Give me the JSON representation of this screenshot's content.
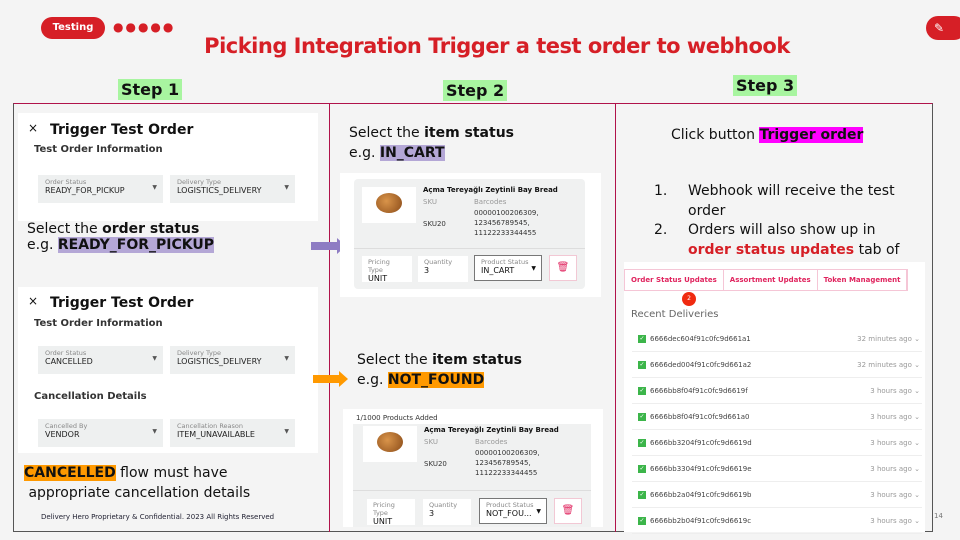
{
  "header": {
    "badge": "Testing",
    "dots": "●●●●●",
    "title": "Picking Integration Trigger a test order to webhook",
    "page_number": "14"
  },
  "steps": [
    "Step 1",
    "Step 2",
    "Step 3"
  ],
  "step1": {
    "dialog1": {
      "title": "Trigger Test Order",
      "section": "Test Order Information",
      "order_status_label": "Order Status",
      "order_status": "READY_FOR_PICKUP",
      "delivery_type_label": "Delivery Type",
      "delivery_type": "LOGISTICS_DELIVERY"
    },
    "caption1_pre": "Select the ",
    "caption1_bold": "order status",
    "caption1_eg": "e.g. ",
    "caption1_value": "READY_FOR_PICKUP",
    "dialog2": {
      "title": "Trigger Test Order",
      "section": "Test Order Information",
      "order_status_label": "Order Status",
      "order_status": "CANCELLED",
      "delivery_type_label": "Delivery Type",
      "delivery_type": "LOGISTICS_DELIVERY",
      "cancel_section": "Cancellation Details",
      "cancelled_by_label": "Cancelled By",
      "cancelled_by": "VENDOR",
      "reason_label": "Cancellation Reason",
      "reason": "ITEM_UNAVAILABLE"
    },
    "caption2_hl": "CANCELLED",
    "caption2_rest": " flow must have",
    "caption2_line2": "appropriate cancellation details",
    "footer": "Delivery Hero Proprietary & Confidential. 2023 All Rights Reserved"
  },
  "step2": {
    "caption1_pre": "Select the ",
    "caption1_bold": "item status",
    "caption1_eg": "e.g. ",
    "caption1_value": "IN_CART",
    "caption2_pre": "Select the ",
    "caption2_bold": "item status",
    "caption2_eg": "e.g. ",
    "caption2_value": "NOT_FOUND",
    "products_added": "1/1000 Products Added",
    "product": {
      "name": "Açma Tereyağlı Zeytinli Bay Bread",
      "sku_label": "SKU",
      "sku": "SKU20",
      "barcodes_label": "Barcodes",
      "barcodes": [
        "00000100206309,",
        "123456789545,",
        "11122233344455"
      ],
      "pricing_label": "Pricing Type",
      "pricing": "UNIT",
      "qty_label": "Quantity",
      "qty": "3",
      "status_label": "Product Status"
    },
    "status1": "IN_CART",
    "status2": "NOT_FOU..."
  },
  "step3": {
    "click_pre": "Click button ",
    "click_hl": "Trigger order",
    "list": [
      {
        "num": "1.",
        "text": "Webhook will receive the test order"
      },
      {
        "num": "2.",
        "pre": "Orders will also show up in ",
        "red": "order status updates",
        "post": " tab of"
      }
    ],
    "tabs": [
      "Order Status Updates",
      "Assortment Updates",
      "Token Management"
    ],
    "badge": "2",
    "recent_title": "Recent Deliveries",
    "deliveries": [
      {
        "id": "6666dec604f91c0fc9d661a1",
        "ago": "32 minutes ago"
      },
      {
        "id": "6666ded004f91c0fc9d661a2",
        "ago": "32 minutes ago"
      },
      {
        "id": "6666bb8f04f91c0fc9d6619f",
        "ago": "3 hours ago"
      },
      {
        "id": "6666bb8f04f91c0fc9d661a0",
        "ago": "3 hours ago"
      },
      {
        "id": "6666bb3204f91c0fc9d6619d",
        "ago": "3 hours ago"
      },
      {
        "id": "6666bb3304f91c0fc9d6619e",
        "ago": "3 hours ago"
      },
      {
        "id": "6666bb2a04f91c0fc9d6619b",
        "ago": "3 hours ago"
      },
      {
        "id": "6666bb2b04f91c0fc9d6619c",
        "ago": "3 hours ago"
      }
    ]
  },
  "colors": {
    "brand_red": "#d61f26",
    "step_bg": "#a8f5a0",
    "purple_hl": "#b4a7d6",
    "orange_hl": "#ff9900",
    "magenta_hl": "#ff00ff"
  }
}
